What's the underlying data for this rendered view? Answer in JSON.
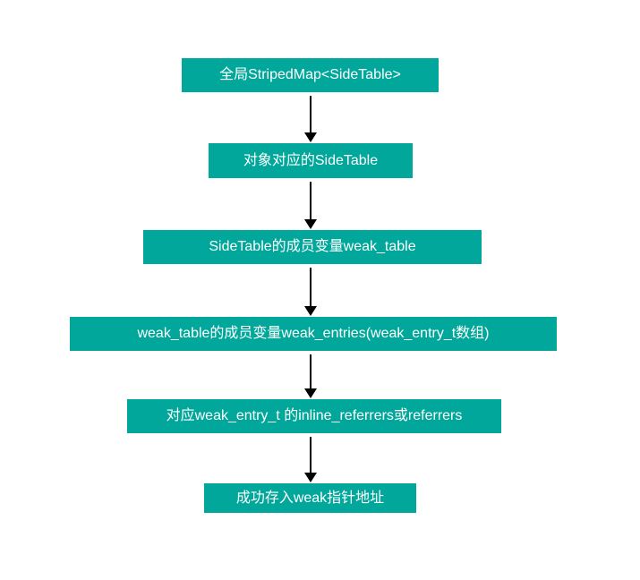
{
  "colors": {
    "node_bg": "#00a79a",
    "node_text": "#ffffff",
    "arrow": "#000000",
    "background": "#ffffff"
  },
  "nodes": [
    {
      "label": "全局StripedMap<SideTable>"
    },
    {
      "label": "对象对应的SideTable"
    },
    {
      "label": "SideTable的成员变量weak_table"
    },
    {
      "label": "weak_table的成员变量weak_entries(weak_entry_t数组)"
    },
    {
      "label": "对应weak_entry_t 的inline_referrers或referrers"
    },
    {
      "label": "成功存入weak指针地址"
    }
  ],
  "arrow_count": 5
}
